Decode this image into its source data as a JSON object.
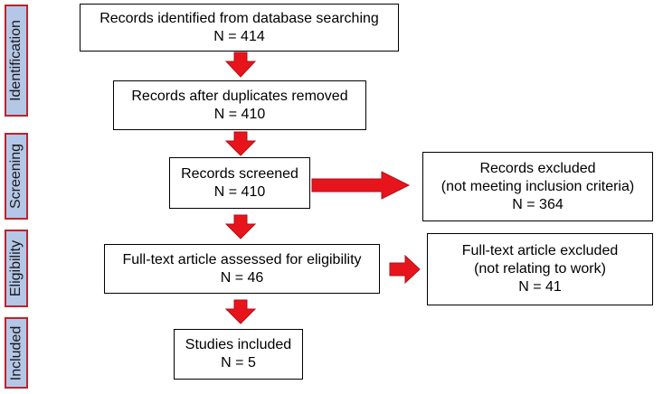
{
  "stages": {
    "identification": "Identification",
    "screening": "Screening",
    "eligibility": "Eligibility",
    "included": "Included"
  },
  "boxes": {
    "identified": {
      "line1": "Records identified from database searching",
      "line2": "N = 414"
    },
    "dedup": {
      "line1": "Records after duplicates removed",
      "line2": "N = 410"
    },
    "screened": {
      "line1": "Records screened",
      "line2": "N = 410"
    },
    "excluded_screen": {
      "line1": "Records excluded",
      "line2": "(not meeting inclusion criteria)",
      "line3": "N = 364"
    },
    "fulltext": {
      "line1": "Full-text article assessed for eligibility",
      "line2": "N = 46"
    },
    "excluded_fulltext": {
      "line1": "Full-text article excluded",
      "line2": "(not relating to work)",
      "line3": "N = 41"
    },
    "included": {
      "line1": "Studies included",
      "line2": "N = 5"
    }
  },
  "colors": {
    "arrow": "#e8141c",
    "tab_fill": "#b4c7e7",
    "tab_border": "#c0222b"
  }
}
